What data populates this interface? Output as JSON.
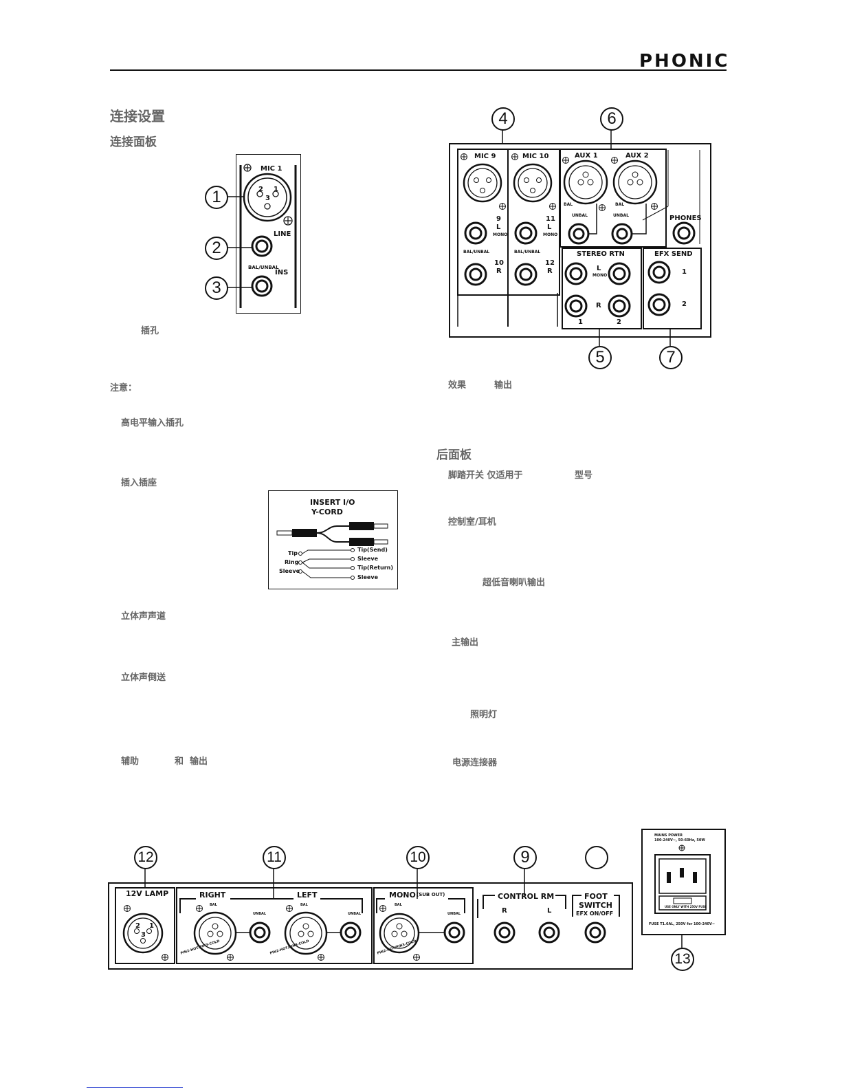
{
  "header": {
    "brand": "PHONIC"
  },
  "left": {
    "h1": "连接设置",
    "h2": "连接面板",
    "jack_note": "插孔",
    "note_label": "注意：",
    "items": {
      "hi_z": "高电平输入插孔",
      "insert": "插入插座",
      "stereo_ch": "立体声声道",
      "stereo_return": "立体声倒送",
      "aux": "辅助",
      "aux_mid": "和",
      "aux_out": "输出"
    }
  },
  "right": {
    "efx_a": "效果",
    "efx_b": "输出",
    "h2": "后面板",
    "foot_a": "脚踏开关 仅适用于",
    "foot_b": "型号",
    "control_room": "控制室/耳机",
    "sub": "超低音喇叭输出",
    "main_out": "主输出",
    "lamp": "照明灯",
    "power": "电源连接器"
  },
  "panel1": {
    "mic": "MIC 1",
    "line": "LINE",
    "bal": "BAL/UNBAL",
    "ins": "INS",
    "pin2": "2",
    "pin1": "1",
    "pin3": "3"
  },
  "callouts": {
    "c1": "1",
    "c2": "2",
    "c3": "3",
    "c4": "4",
    "c5": "5",
    "c6": "6",
    "c7": "7",
    "c9": "9",
    "c10": "10",
    "c11": "11",
    "c12": "12",
    "c13": "13"
  },
  "ycord": {
    "title1": "INSERT I/O",
    "title2": "Y-CORD",
    "tip": "Tip",
    "ring": "Ring",
    "sleeve": "Sleeve",
    "tip_send": "Tip(Send)",
    "sleeve1": "Sleeve",
    "tip_return": "Tip(Return)",
    "sleeve2": "Sleeve"
  },
  "panel2": {
    "mic9": "MIC 9",
    "mic10": "MIC 10",
    "aux1": "AUX 1",
    "aux2": "AUX 2",
    "phones": "PHONES",
    "stereo_rtn": "STEREO RTN",
    "efx_send": "EFX SEND",
    "n9": "9",
    "n10": "10",
    "n11": "11",
    "n12": "12",
    "L": "L",
    "R": "R",
    "mono": "MONO",
    "balunbal": "BAL/UNBAL",
    "bal": "BAL",
    "unbal": "UNBAL",
    "one": "1",
    "two": "2"
  },
  "panel3": {
    "lamp": "12V LAMP",
    "right": "RIGHT",
    "left": "LEFT",
    "mono": "MONO",
    "sub_out": "(SUB OUT)",
    "control_rm": "CONTROL RM",
    "foot": "FOOT",
    "switch": "SWITCH",
    "efx_onoff": "EFX ON/OFF",
    "bal": "BAL",
    "unbal": "UNBAL",
    "pins": "PIN2-HOT/PIN3-COLD",
    "R": "R",
    "L": "L"
  },
  "power": {
    "line1": "MAINS POWER",
    "line2": "100-240V~, 50-60Hz, 50W",
    "fuse_note": "USE ONLY WITH 250V FUSE",
    "fuse": "FUSE T1.6AL, 250V for 100-240V~"
  }
}
